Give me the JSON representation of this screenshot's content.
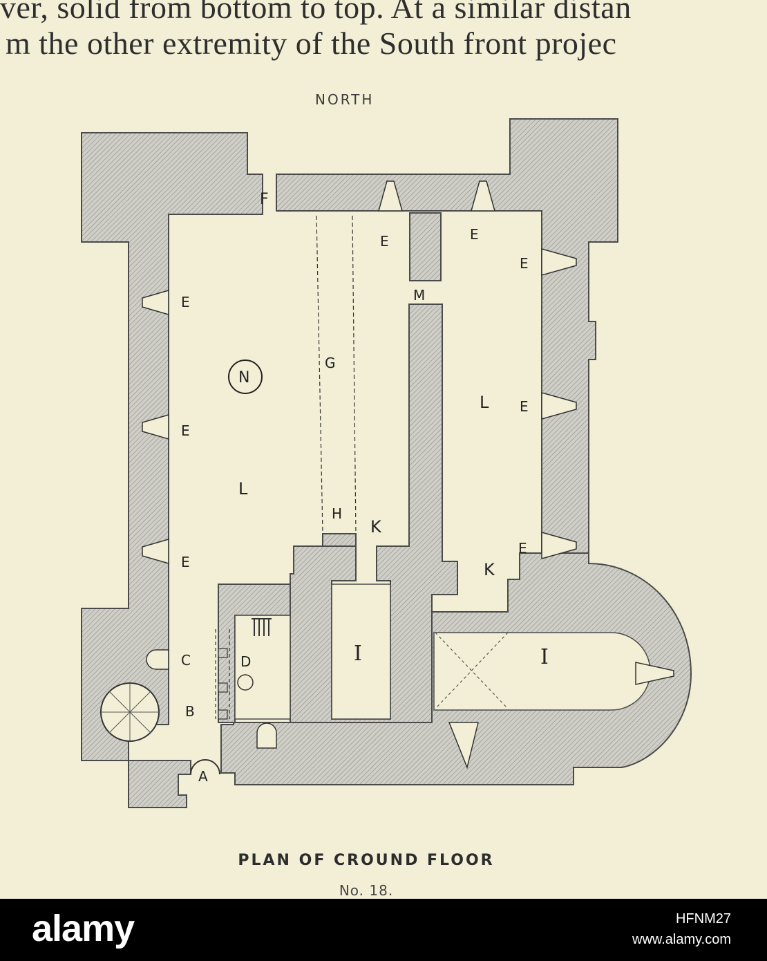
{
  "text": {
    "line1": "ver, solid from bottom to top.  At a similar distan",
    "line2": "m the other extremity of the South front projec"
  },
  "plan": {
    "north_label": "NORTH",
    "labels": {
      "A": "A",
      "B": "B",
      "C": "C",
      "D": "D",
      "E": "E",
      "F": "F",
      "G": "G",
      "H": "H",
      "I": "I",
      "K": "K",
      "L": "L",
      "M": "M",
      "N": "N"
    },
    "caption": "PLAN OF CROUND FLOOR",
    "plate_number": "No. 18."
  },
  "footer": {
    "brand": "alamy",
    "image_id": "HFNM27",
    "site": "www.alamy.com"
  },
  "colors": {
    "paper": "#f2efd6",
    "wall": "#c9c9c2",
    "footer": "#000000"
  }
}
